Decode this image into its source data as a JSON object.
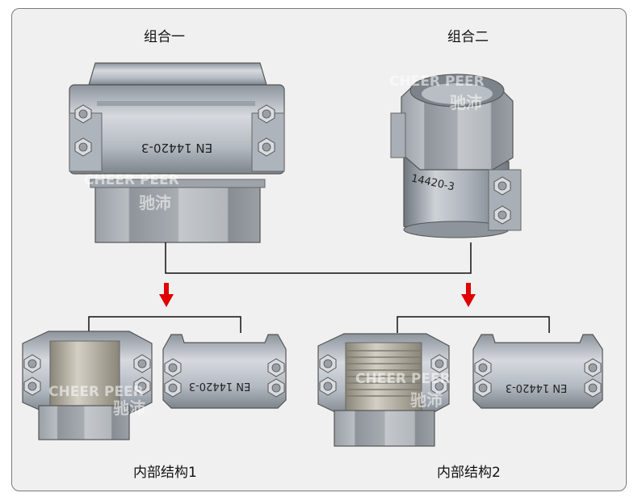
{
  "labels": {
    "top_left": "组合一",
    "top_right": "组合二",
    "bottom_left": "内部结构1",
    "bottom_right": "内部结构2"
  },
  "stamps": {
    "en_standard": "EN 14420-3",
    "part_number": "14420-3"
  },
  "watermark": {
    "latin": "CHEER PEER",
    "chinese": "驰沛"
  },
  "colors": {
    "arrow": "#e00000",
    "metal_light": "#c9ced4",
    "metal_dark": "#7f8790",
    "connector_line": "#111111"
  }
}
